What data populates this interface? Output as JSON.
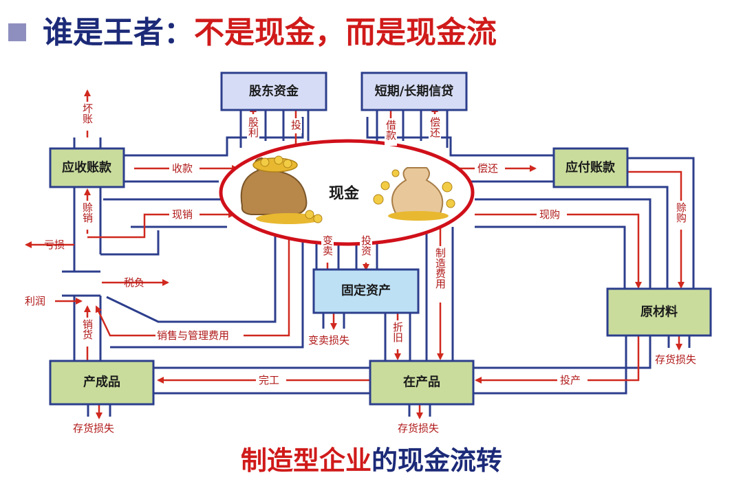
{
  "heading": {
    "prefix": "谁是王者：",
    "highlight": "不是现金，而是现金流"
  },
  "caption": {
    "highlight": "制造型企业",
    "rest": "的现金流转"
  },
  "nodes": {
    "shareholder_funds": "股东资金",
    "credit": "短期/长期信贷",
    "receivables": "应收账款",
    "payables": "应付账款",
    "cash": "现金",
    "fixed_assets": "固定资产",
    "raw_materials": "原材料",
    "finished_goods": "产成品",
    "wip": "在产品"
  },
  "flows": {
    "bad_debt": "坏账",
    "dividend": "股利",
    "invest": "投",
    "borrow": "借款",
    "repay_credit": "偿还",
    "collect": "收款",
    "repay_payables": "偿还",
    "credit_sales": "赊销",
    "cash_sales": "现销",
    "cash_purchase": "现购",
    "credit_purchase": "赊购",
    "loss": "亏损",
    "tax": "税负",
    "profit": "利润",
    "sales": "销货",
    "sell_asset": "变卖",
    "investment": "投资",
    "manufacturing_cost": "制造费用",
    "sales_admin_cost": "销售与管理费用",
    "asset_disposal_loss": "变卖损失",
    "depreciation": "折旧",
    "completion": "完工",
    "production_input": "投产",
    "inventory_loss_raw": "存货损失",
    "inventory_loss_finished": "存货损失",
    "inventory_loss_wip": "存货损失"
  },
  "colors": {
    "pipe": "#2c3e8c",
    "flow": "#d0281e",
    "title_blue": "#1c2a78",
    "title_red": "#d01a1a",
    "node_green": "#c9dc9c",
    "node_blue": "#d6dcf5",
    "node_cyan": "#bde0f5",
    "gold": "#e8b830"
  },
  "icons": [
    "square-bullet-icon",
    "gold-coin-sack-icon",
    "money-bag-icon"
  ]
}
